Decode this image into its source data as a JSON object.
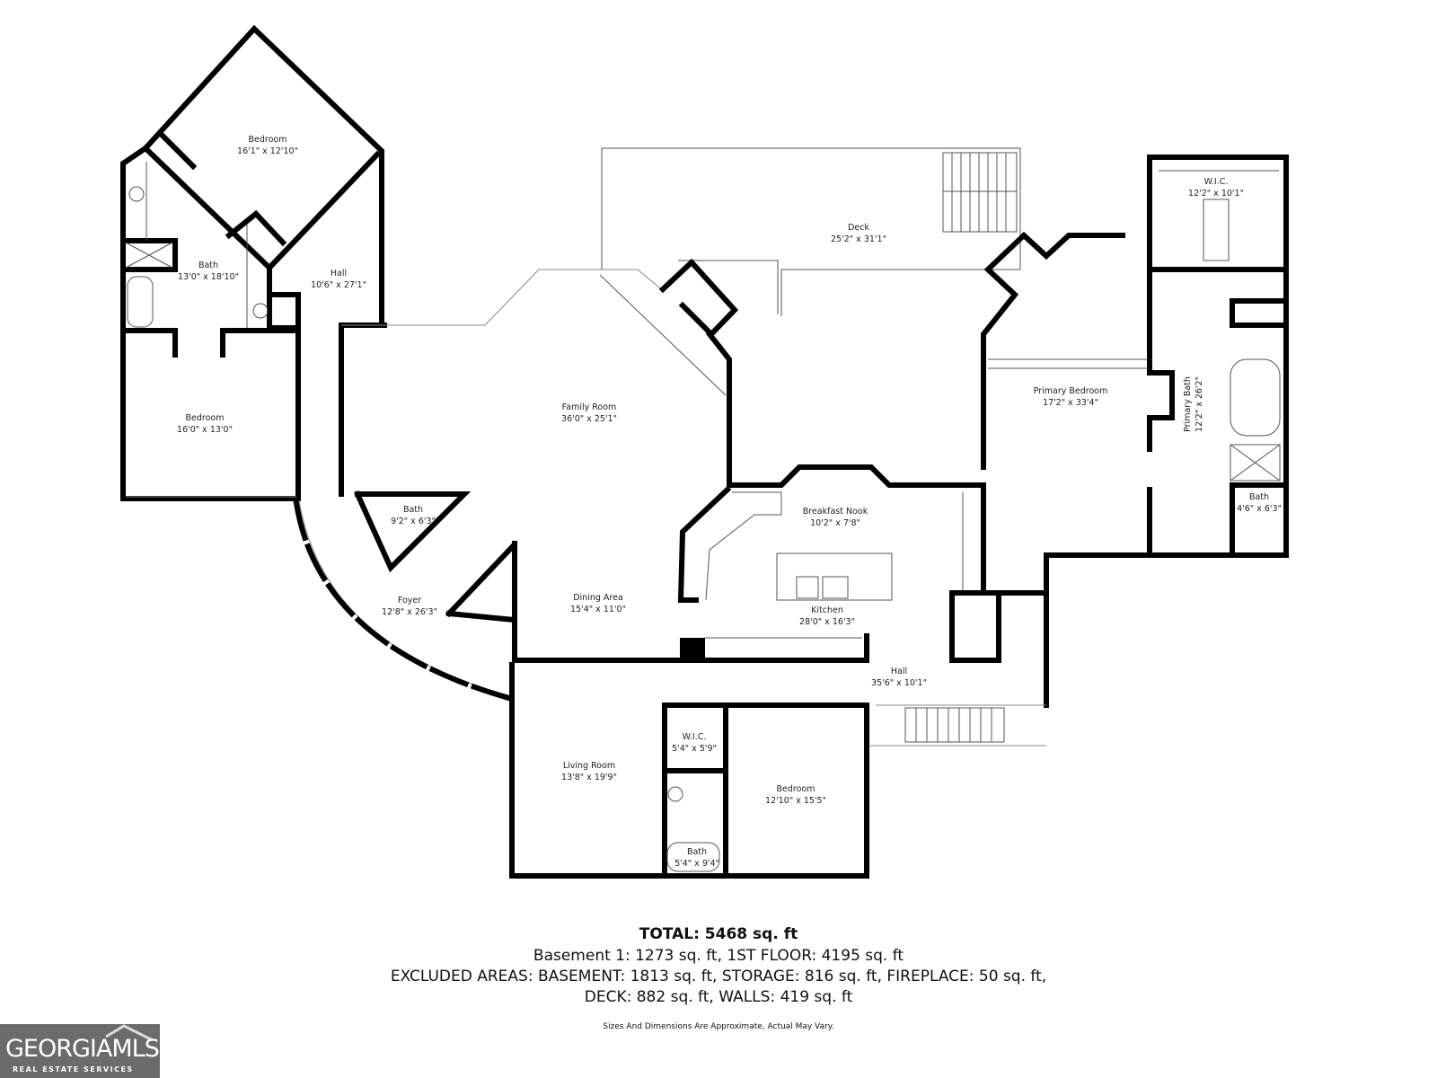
{
  "rooms": [
    {
      "name": "Bedroom",
      "dims": "16'1\" x 12'10\""
    },
    {
      "name": "Bath",
      "dims": "13'0\" x 18'10\""
    },
    {
      "name": "Hall",
      "dims": "10'6\" x 27'1\""
    },
    {
      "name": "Bedroom",
      "dims": "16'0\" x 13'0\""
    },
    {
      "name": "Deck",
      "dims": "25'2\" x 31'1\""
    },
    {
      "name": "W.I.C.",
      "dims": "12'2\" x 10'1\""
    },
    {
      "name": "Family Room",
      "dims": "36'0\" x 25'1\""
    },
    {
      "name": "Primary Bedroom",
      "dims": "17'2\" x 33'4\""
    },
    {
      "name": "Primary Bath",
      "dims": "12'2\" x 26'2\""
    },
    {
      "name": "Bath",
      "dims": "9'2\" x 6'3\""
    },
    {
      "name": "Breakfast Nook",
      "dims": "10'2\" x 7'8\""
    },
    {
      "name": "Bath",
      "dims": "4'6\" x 6'3\""
    },
    {
      "name": "Foyer",
      "dims": "12'8\" x 26'3\""
    },
    {
      "name": "Dining Area",
      "dims": "15'4\" x 11'0\""
    },
    {
      "name": "Kitchen",
      "dims": "28'0\" x 16'3\""
    },
    {
      "name": "Hall",
      "dims": "35'6\" x 10'1\""
    },
    {
      "name": "W.I.C.",
      "dims": "5'4\" x 5'9\""
    },
    {
      "name": "Living Room",
      "dims": "13'8\" x 19'9\""
    },
    {
      "name": "Bedroom",
      "dims": "12'10\" x 15'5\""
    },
    {
      "name": "Bath",
      "dims": "5'4\" x 9'4\""
    }
  ],
  "summary": {
    "total": "TOTAL: 5468 sq. ft",
    "line1": "Basement 1: 1273 sq. ft, 1ST FLOOR: 4195 sq. ft",
    "line2": "EXCLUDED AREAS: BASEMENT: 1813 sq. ft, STORAGE: 816 sq. ft, FIREPLACE: 50 sq. ft,",
    "line3": "DECK: 882 sq. ft, WALLS: 419 sq. ft",
    "disclaimer": "Sizes And Dimensions Are Approximate, Actual May Vary."
  },
  "logo": {
    "text": "GEORGIAMLS",
    "subtitle": "REAL ESTATE SERVICES"
  }
}
